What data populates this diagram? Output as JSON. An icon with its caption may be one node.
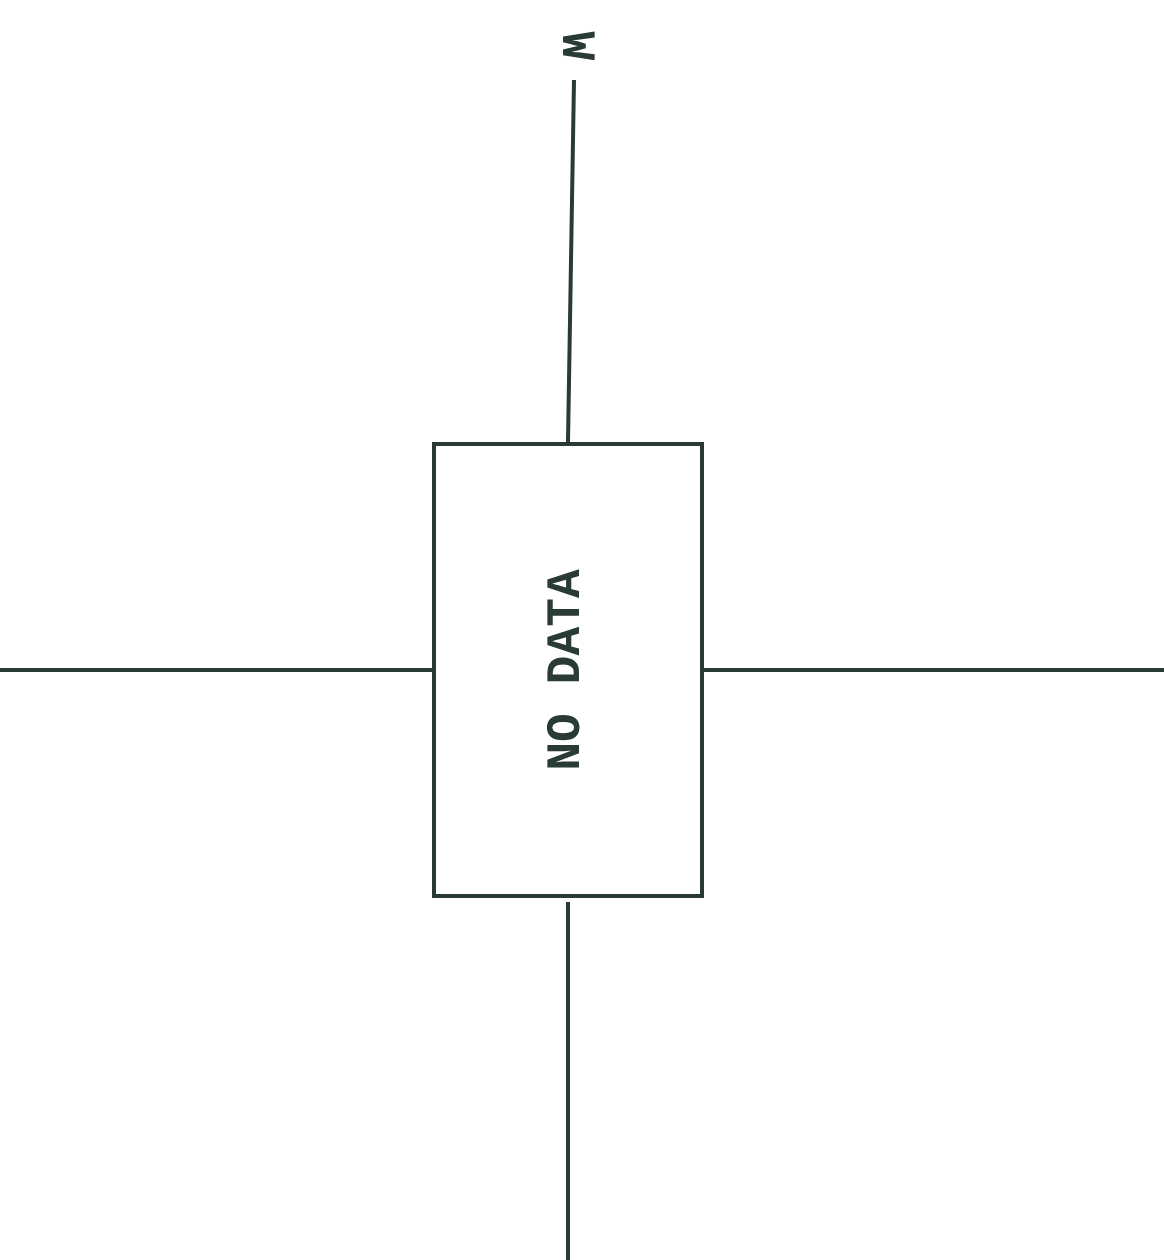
{
  "diagram": {
    "nodes": [
      {
        "text": [
          "W"
        ]
      },
      {
        "text": [
          "NO DATA"
        ]
      }
    ],
    "edges": [
      {
        "from": 0,
        "to": 1,
        "arrow": "none"
      },
      {
        "from": null,
        "to": 1,
        "arrow": "none"
      },
      {
        "from": 1,
        "to": null,
        "arrow": "none"
      },
      {
        "from": 1,
        "to": null,
        "arrow": "none"
      }
    ]
  }
}
